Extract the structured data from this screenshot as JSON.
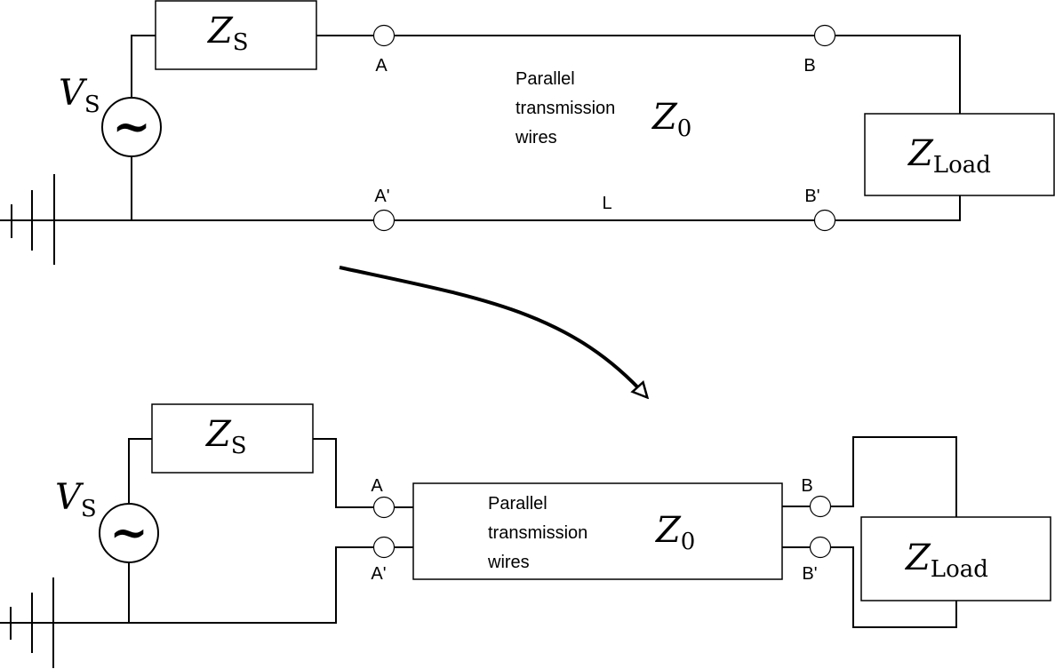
{
  "top": {
    "source_symbol": "V",
    "source_sub": "S",
    "zs_symbol": "Z",
    "zs_sub": "S",
    "zload_symbol": "Z",
    "zload_sub": "Load",
    "z0_symbol": "Z",
    "z0_sub": "0",
    "terminal_a": "A",
    "terminal_b": "B",
    "terminal_a_prime": "A'",
    "terminal_b_prime": "B'",
    "length_label": "L",
    "wires_label": [
      "Parallel",
      "transmission",
      "wires"
    ],
    "ac_glyph": "~"
  },
  "bottom": {
    "source_symbol": "V",
    "source_sub": "S",
    "zs_symbol": "Z",
    "zs_sub": "S",
    "zload_symbol": "Z",
    "zload_sub": "Load",
    "z0_symbol": "Z",
    "z0_sub": "0",
    "terminal_a": "A",
    "terminal_b": "B",
    "terminal_a_prime": "A'",
    "terminal_b_prime": "B'",
    "wires_label": [
      "Parallel",
      "transmission",
      "wires"
    ],
    "ac_glyph": "~"
  }
}
